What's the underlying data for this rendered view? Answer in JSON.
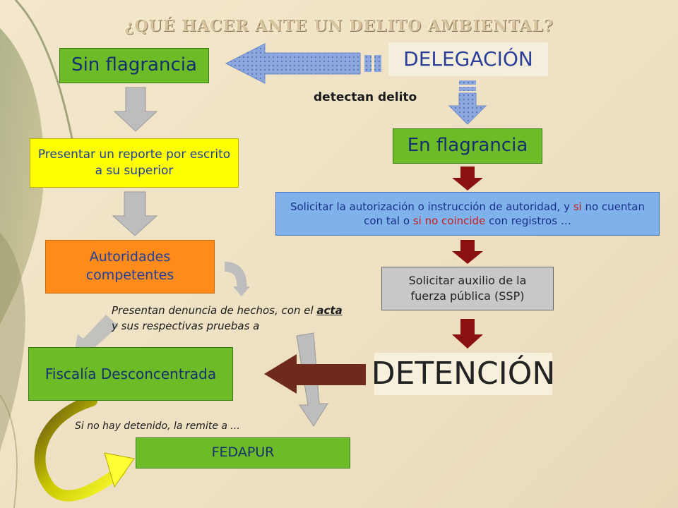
{
  "slide": {
    "title": "¿QUÉ HACER ANTE UN DELITO AMBIENTAL?",
    "colors": {
      "background": "#f0e3c6",
      "green_box": "#6dbb27",
      "yellow_box": "#ffff00",
      "orange_box": "#ff8c1a",
      "blue_box": "#7fb1ea",
      "gray_box": "#c8c8c8",
      "down_arrow_gray": "#bdbdbd",
      "down_arrow_red": "#8b1010",
      "left_arrow_brown": "#6e2a1a",
      "dashed_arrow_blue": "#7d9bd6"
    }
  },
  "nodes": {
    "delegacion": "DELEGACIÓN",
    "detectan": "detectan delito",
    "sin_flagrancia": "Sin flagrancia",
    "en_flagrancia": "En flagrancia",
    "reporte": "Presentar un reporte por escrito a su superior",
    "autoridades": "Autoridades competentes",
    "solicitar_autorizacion": {
      "part1": "Solicitar la autorización o instrucción de autoridad, y ",
      "si1": "si",
      "part2": " no cuentan con tal",
      "part3": " o ",
      "si2": "si no coincide",
      "part4": " con registros …"
    },
    "auxilio": "Solicitar auxilio de la fuerza pública (SSP)",
    "detencion": "DETENCIÓN",
    "fiscalia": "Fiscalía Desconcentrada",
    "fedapur": "FEDAPUR"
  },
  "captions": {
    "denuncia_part1": "Presentan denuncia de hechos, con el ",
    "denuncia_acta": "acta ",
    "denuncia_part2": "y sus respectivas pruebas a",
    "remite": "Si no hay detenido, la remite a ..."
  }
}
